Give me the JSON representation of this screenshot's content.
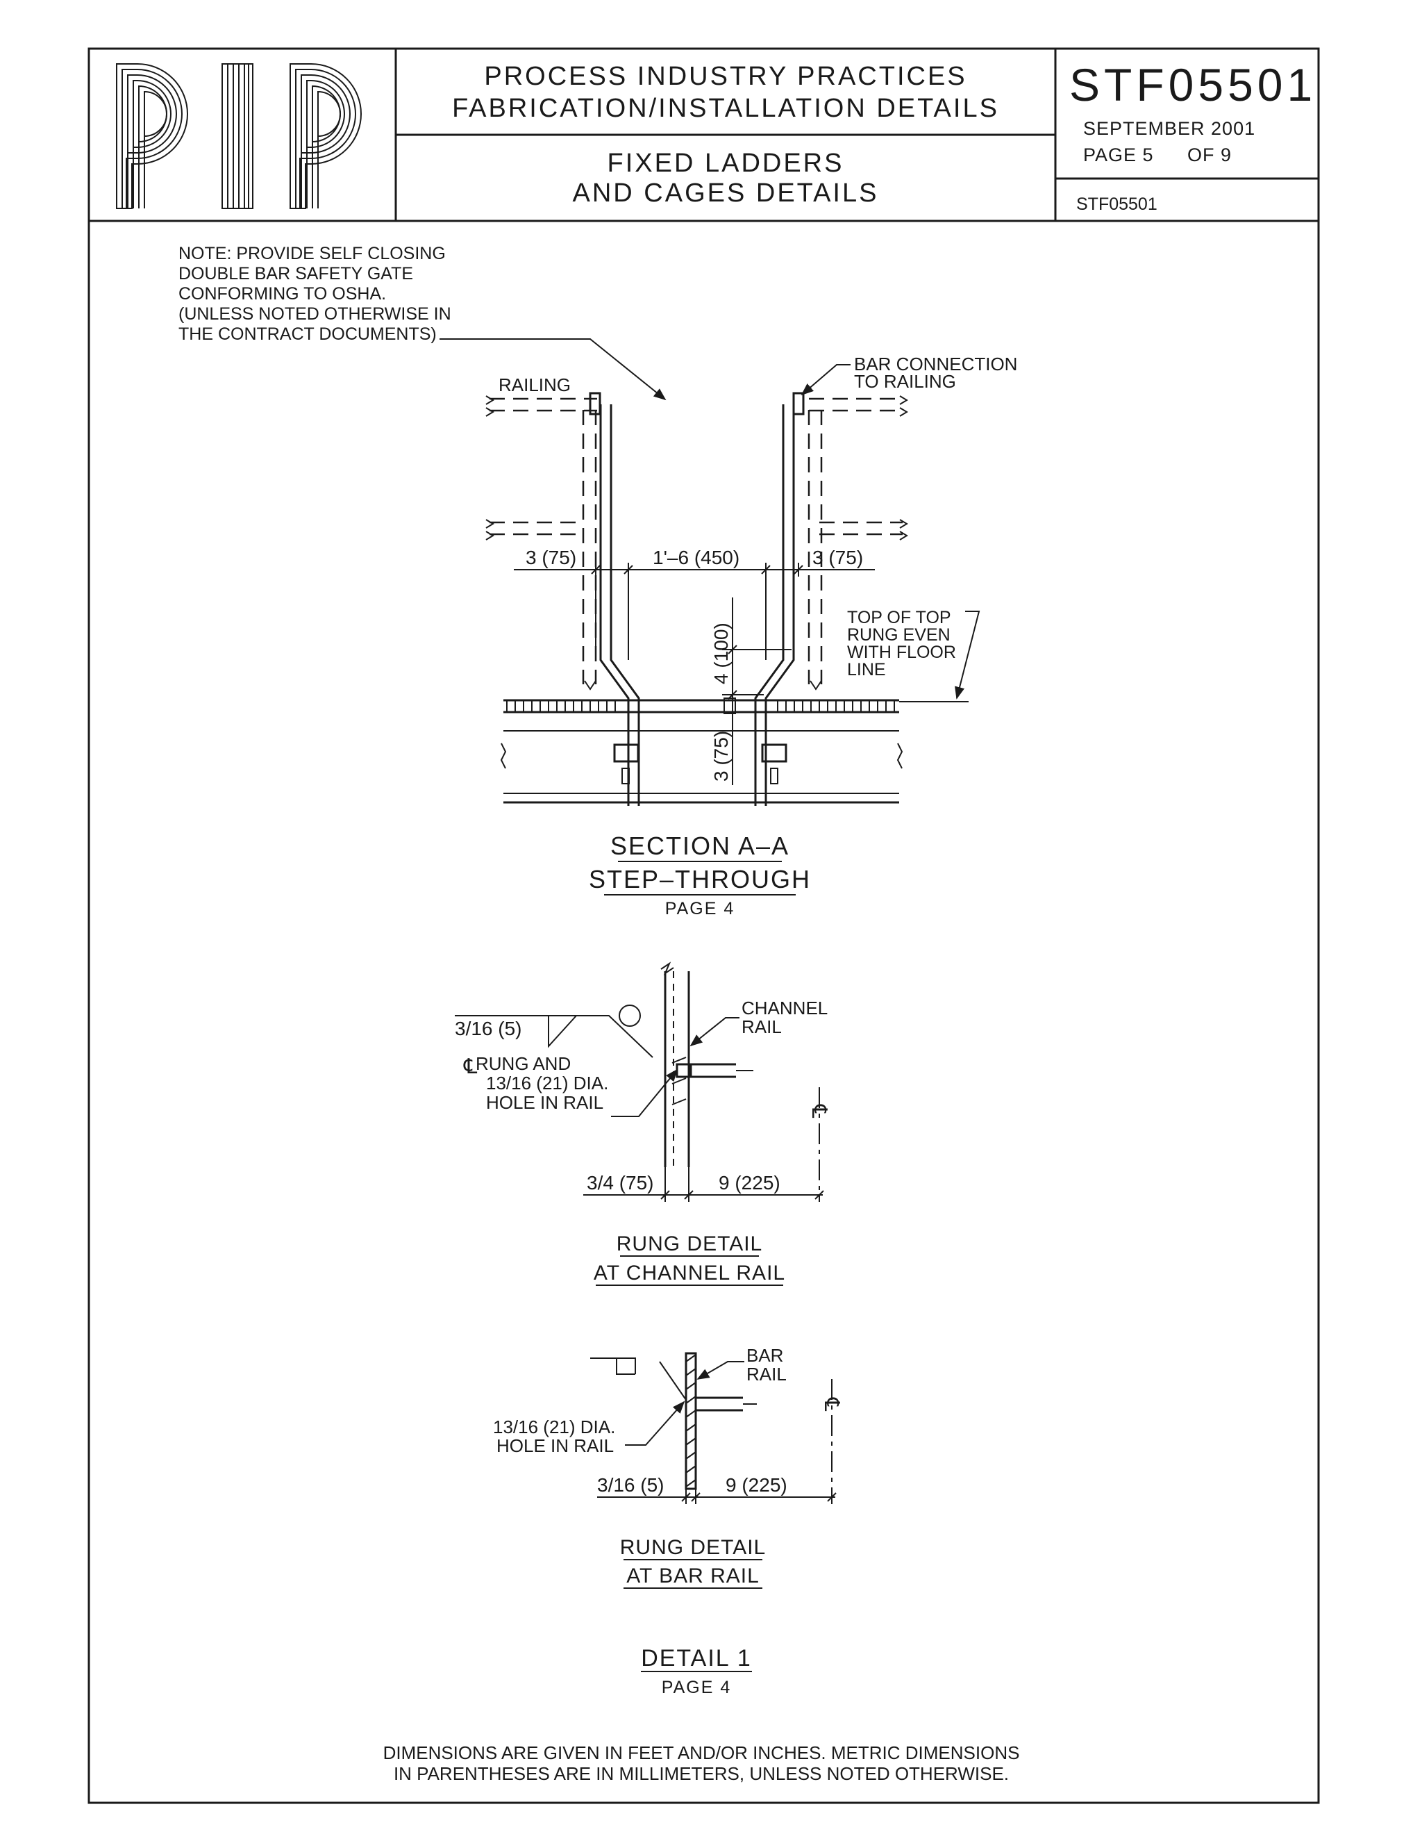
{
  "title_block": {
    "logo_text": "PIP",
    "org_line1": "PROCESS INDUSTRY PRACTICES",
    "org_line2": "FABRICATION/INSTALLATION DETAILS",
    "subject_line1": "FIXED LADDERS",
    "subject_line2": "AND CAGES DETAILS",
    "doc_number": "STF05501",
    "date": "SEPTEMBER 2001",
    "page_label": "PAGE 5",
    "page_of": "OF 9",
    "doc_number_small": "STF05501"
  },
  "note": {
    "lines": [
      "NOTE: PROVIDE SELF CLOSING",
      "DOUBLE  BAR SAFETY GATE",
      "CONFORMING  TO OSHA.",
      "(UNLESS NOTED OTHERWISE IN",
      "THE CONTRACT DOCUMENTS)"
    ]
  },
  "section_aa": {
    "railing_label": "RAILING",
    "bar_connection_line1": "BAR  CONNECTION",
    "bar_connection_line2": "TO RAILING",
    "dim_left": "3 (75)",
    "dim_center": "1'–6 (450)",
    "dim_right": "3 (75)",
    "dim_vert_upper": "4 (100)",
    "dim_vert_lower": "3 (75)",
    "top_rung_lines": [
      "TOP OF TOP",
      "RUNG EVEN",
      "WITH FLOOR",
      "LINE"
    ],
    "title": "SECTION A–A",
    "subtitle": "STEP–THROUGH",
    "page_ref": "PAGE 4"
  },
  "rung_channel": {
    "weld_size": "3/16 (5)",
    "channel_line1": "CHANNEL",
    "channel_line2": "RAIL",
    "centerline_symbol": "℄",
    "rung_line1": "RUNG AND",
    "rung_line2": "13/16 (21) DIA.",
    "rung_line3": "HOLE IN RAIL",
    "dim_left": "3/4 (75)",
    "dim_right": "9 (225)",
    "title_line1": "RUNG DETAIL",
    "title_line2": "AT CHANNEL RAIL"
  },
  "rung_bar": {
    "bar_line1": "BAR",
    "bar_line2": "RAIL",
    "hole_line1": "13/16 (21) DIA.",
    "hole_line2": "HOLE IN RAIL",
    "dim_left": "3/16 (5)",
    "dim_right": "9 (225)",
    "centerline_symbol": "℄",
    "title_line1": "RUNG DETAIL",
    "title_line2": "AT BAR RAIL"
  },
  "detail1": {
    "title": "DETAIL 1",
    "page_ref": "PAGE 4"
  },
  "footer": {
    "line1": "DIMENSIONS ARE GIVEN IN FEET AND/OR INCHES. METRIC DIMENSIONS",
    "line2": "IN PARENTHESES ARE IN MILLIMETERS, UNLESS NOTED OTHERWISE."
  }
}
